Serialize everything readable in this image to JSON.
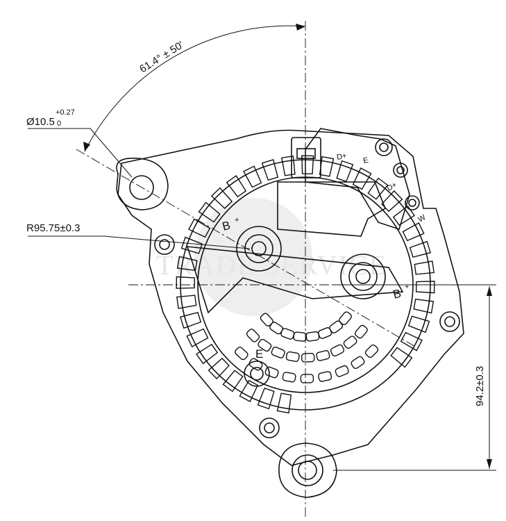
{
  "dimensions": {
    "angle": "61.4° ± 50'",
    "diameter": "Ø10.5",
    "diameter_tol_upper": "+0.27",
    "diameter_tol_lower": "0",
    "radius": "R95.75±0.3",
    "height": "94.2±0.3"
  },
  "terminals": {
    "b_plus_left": "B",
    "b_plus_right": "B",
    "plus_sign": "+",
    "d_plus_top": "D+",
    "e_top": "E",
    "d_plus_right": "D+",
    "w": "W",
    "e_bottom": "E"
  },
  "watermark": "TRADE SERVICE",
  "colors": {
    "line": "#111111",
    "watermark": "#e6e6e6"
  }
}
